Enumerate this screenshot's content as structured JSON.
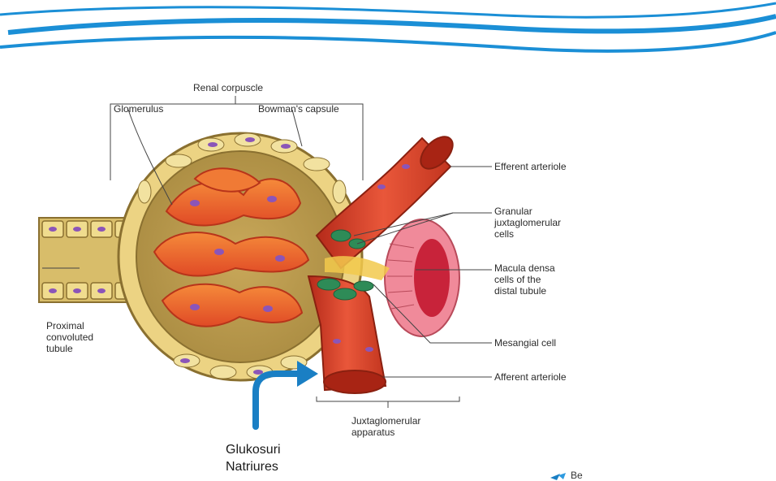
{
  "diagram": {
    "labels": {
      "renal_corpuscle": "Renal corpuscle",
      "glomerulus": "Glomerulus",
      "bowmans_capsule": "Bowman's capsule",
      "efferent_arteriole": "Efferent arteriole",
      "granular_cells": [
        "Granular",
        "juxtaglomerular",
        "cells"
      ],
      "macula_densa": [
        "Macula densa",
        "cells of the",
        "distal tubule"
      ],
      "mesangial_cell": "Mesangial cell",
      "afferent_arteriole": "Afferent arteriole",
      "proximal_tubule": [
        "Proximal",
        "convoluted",
        "tubule"
      ],
      "jga": [
        "Juxtaglomerular",
        "apparatus"
      ]
    },
    "annotation": {
      "line1": "Glukosuri",
      "line2": "Natriures"
    },
    "partial_text": "Be",
    "colors": {
      "wave": "#1b8fd6",
      "arrow": "#1a7fc4",
      "capsule": "#e9cf7a",
      "vessel": "#e0462a",
      "granular": "#2e8b57",
      "cell_nucleus": "#8b55b8"
    }
  }
}
